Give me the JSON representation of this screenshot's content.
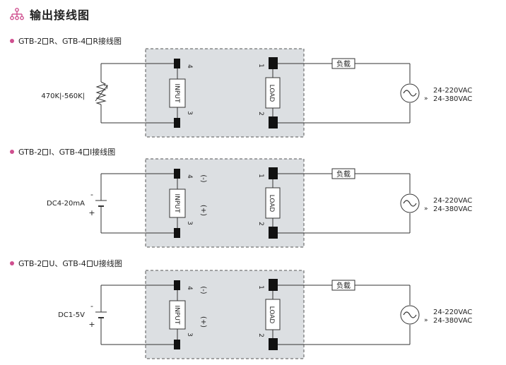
{
  "header": {
    "title": "输出接线图",
    "icon": "network-icon",
    "icon_color": "#cf4f8f"
  },
  "colors": {
    "box_fill": "#dcdfe2",
    "box_border": "#555555",
    "wire": "#333333",
    "terminal": "#111111",
    "accent": "#cf4f8f"
  },
  "sections": [
    {
      "title_parts": [
        "GTB-2",
        "R、GTB-4",
        "R接线图"
      ],
      "input_type": "resistor",
      "source_label": "470K|-560K|",
      "show_polarity": false,
      "polarity_minus": "",
      "polarity_plus": "",
      "source_minus": "",
      "source_plus": ""
    },
    {
      "title_parts": [
        "GTB-2",
        "I、GTB-4",
        "I接线图"
      ],
      "input_type": "dc",
      "source_label": "DC4-20mA",
      "show_polarity": true,
      "polarity_minus": "(-)",
      "polarity_plus": "(+)",
      "source_minus": "-",
      "source_plus": "+"
    },
    {
      "title_parts": [
        "GTB-2",
        "U、GTB-4",
        "U接线图"
      ],
      "input_type": "dc",
      "source_label": "DC1-5V",
      "show_polarity": true,
      "polarity_minus": "(-)",
      "polarity_plus": "(+)",
      "source_minus": "-",
      "source_plus": "+"
    }
  ],
  "common": {
    "input_label": "INPUT",
    "load_label": "LOAD",
    "terminal_4": "4",
    "terminal_3": "3",
    "terminal_1": "1",
    "terminal_2": "2",
    "load_box_label": "负载",
    "voltage_1": "24-220VAC",
    "voltage_2": "24-380VAC",
    "voltage_mark": "»"
  }
}
